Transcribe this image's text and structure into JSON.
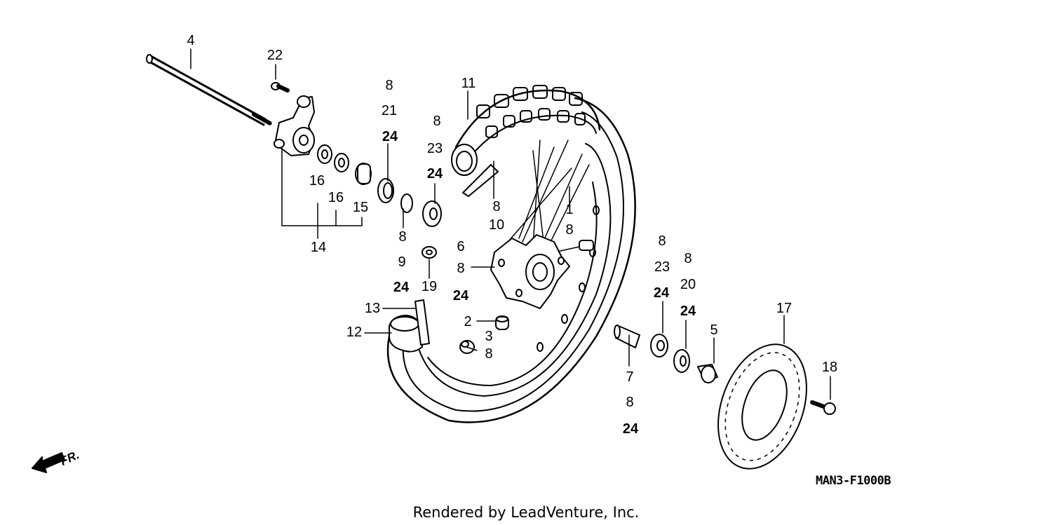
{
  "callouts": [
    {
      "id": "c4",
      "text": "4",
      "bold": false
    },
    {
      "id": "c22",
      "text": "22",
      "bold": false
    },
    {
      "id": "c8a",
      "text": "8",
      "bold": false
    },
    {
      "id": "c21",
      "text": "21",
      "bold": false
    },
    {
      "id": "c24a",
      "text": "24",
      "bold": true
    },
    {
      "id": "c11",
      "text": "11",
      "bold": false
    },
    {
      "id": "c8b",
      "text": "8",
      "bold": false
    },
    {
      "id": "c23a",
      "text": "23",
      "bold": false
    },
    {
      "id": "c24b",
      "text": "24",
      "bold": true
    },
    {
      "id": "c16a",
      "text": "16",
      "bold": false
    },
    {
      "id": "c16b",
      "text": "16",
      "bold": false
    },
    {
      "id": "c15",
      "text": "15",
      "bold": false
    },
    {
      "id": "c8c",
      "text": "8",
      "bold": false
    },
    {
      "id": "c10",
      "text": "10",
      "bold": false
    },
    {
      "id": "c1",
      "text": "1",
      "bold": false
    },
    {
      "id": "c8d",
      "text": "8",
      "bold": false
    },
    {
      "id": "c14",
      "text": "14",
      "bold": false
    },
    {
      "id": "c8e",
      "text": "8",
      "bold": false
    },
    {
      "id": "c9",
      "text": "9",
      "bold": false
    },
    {
      "id": "c24c",
      "text": "24",
      "bold": true
    },
    {
      "id": "c19",
      "text": "19",
      "bold": false
    },
    {
      "id": "c6",
      "text": "6",
      "bold": false
    },
    {
      "id": "c8f",
      "text": "8",
      "bold": false
    },
    {
      "id": "c24d",
      "text": "24",
      "bold": true
    },
    {
      "id": "c8g",
      "text": "8",
      "bold": false
    },
    {
      "id": "c23b",
      "text": "23",
      "bold": false
    },
    {
      "id": "c24e",
      "text": "24",
      "bold": true
    },
    {
      "id": "c8h",
      "text": "8",
      "bold": false
    },
    {
      "id": "c20",
      "text": "20",
      "bold": false
    },
    {
      "id": "c24f",
      "text": "24",
      "bold": true
    },
    {
      "id": "c13",
      "text": "13",
      "bold": false
    },
    {
      "id": "c12",
      "text": "12",
      "bold": false
    },
    {
      "id": "c2",
      "text": "2",
      "bold": false
    },
    {
      "id": "c3",
      "text": "3",
      "bold": false
    },
    {
      "id": "c8i",
      "text": "8",
      "bold": false
    },
    {
      "id": "c17",
      "text": "17",
      "bold": false
    },
    {
      "id": "c5",
      "text": "5",
      "bold": false
    },
    {
      "id": "c18",
      "text": "18",
      "bold": false
    },
    {
      "id": "c7",
      "text": "7",
      "bold": false
    },
    {
      "id": "c8j",
      "text": "8",
      "bold": false
    },
    {
      "id": "c24g",
      "text": "24",
      "bold": true
    }
  ],
  "direction_label": "FR.",
  "diagram_code": "MAN3-F1000B",
  "footer": "Rendered by LeadVenture, Inc."
}
